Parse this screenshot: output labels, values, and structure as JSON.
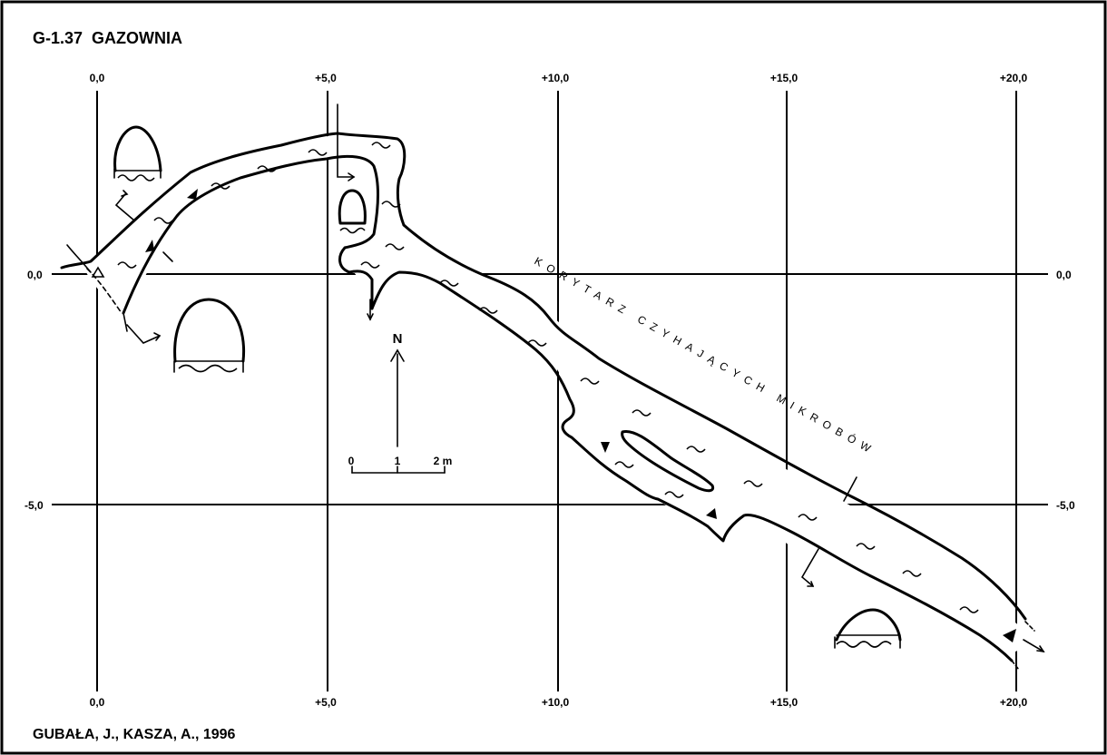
{
  "title": "G-1.37  GAZOWNIA",
  "author": "GUBAŁA, J., KASZA, A., 1996",
  "grid_x_labels": [
    "0,0",
    "+5,0",
    "+10,0",
    "+15,0",
    "+20,0"
  ],
  "grid_y_labels": [
    "0,0",
    "-5,0"
  ],
  "north_label": "N",
  "scale_labels": [
    "0",
    "1",
    "2 m"
  ],
  "passage_label": "KORYTARZ CZYHAJĄCYCH MIKROBÓW"
}
